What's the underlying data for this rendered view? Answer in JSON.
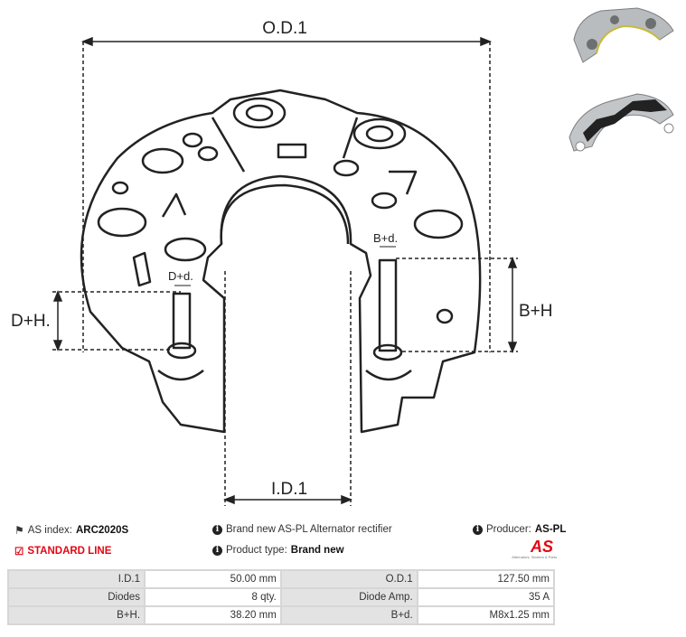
{
  "diagram": {
    "od_label": "O.D.1",
    "id_label": "I.D.1",
    "dh_label": "D+H.",
    "bh_label": "B+H.",
    "dd_label": "D+d.",
    "bd_label": "B+d."
  },
  "info": {
    "as_index_label": "AS index:",
    "as_index_value": "ARC2020S",
    "standard_line": "STANDARD LINE",
    "description": "Brand new AS-PL Alternator rectifier",
    "product_type_label": "Product type:",
    "product_type_value": "Brand new",
    "producer_label": "Producer:",
    "producer_value": "AS-PL",
    "logo_text": "AS",
    "logo_tagline": "Alternators, Starters & Parts"
  },
  "specs": [
    [
      "I.D.1",
      "50.00 mm",
      "O.D.1",
      "127.50 mm"
    ],
    [
      "Diodes",
      "8 qty.",
      "Diode Amp.",
      "35 A"
    ],
    [
      "B+H.",
      "38.20 mm",
      "B+d.",
      "M8x1.25 mm"
    ]
  ],
  "colors": {
    "accent": "#e30613"
  }
}
